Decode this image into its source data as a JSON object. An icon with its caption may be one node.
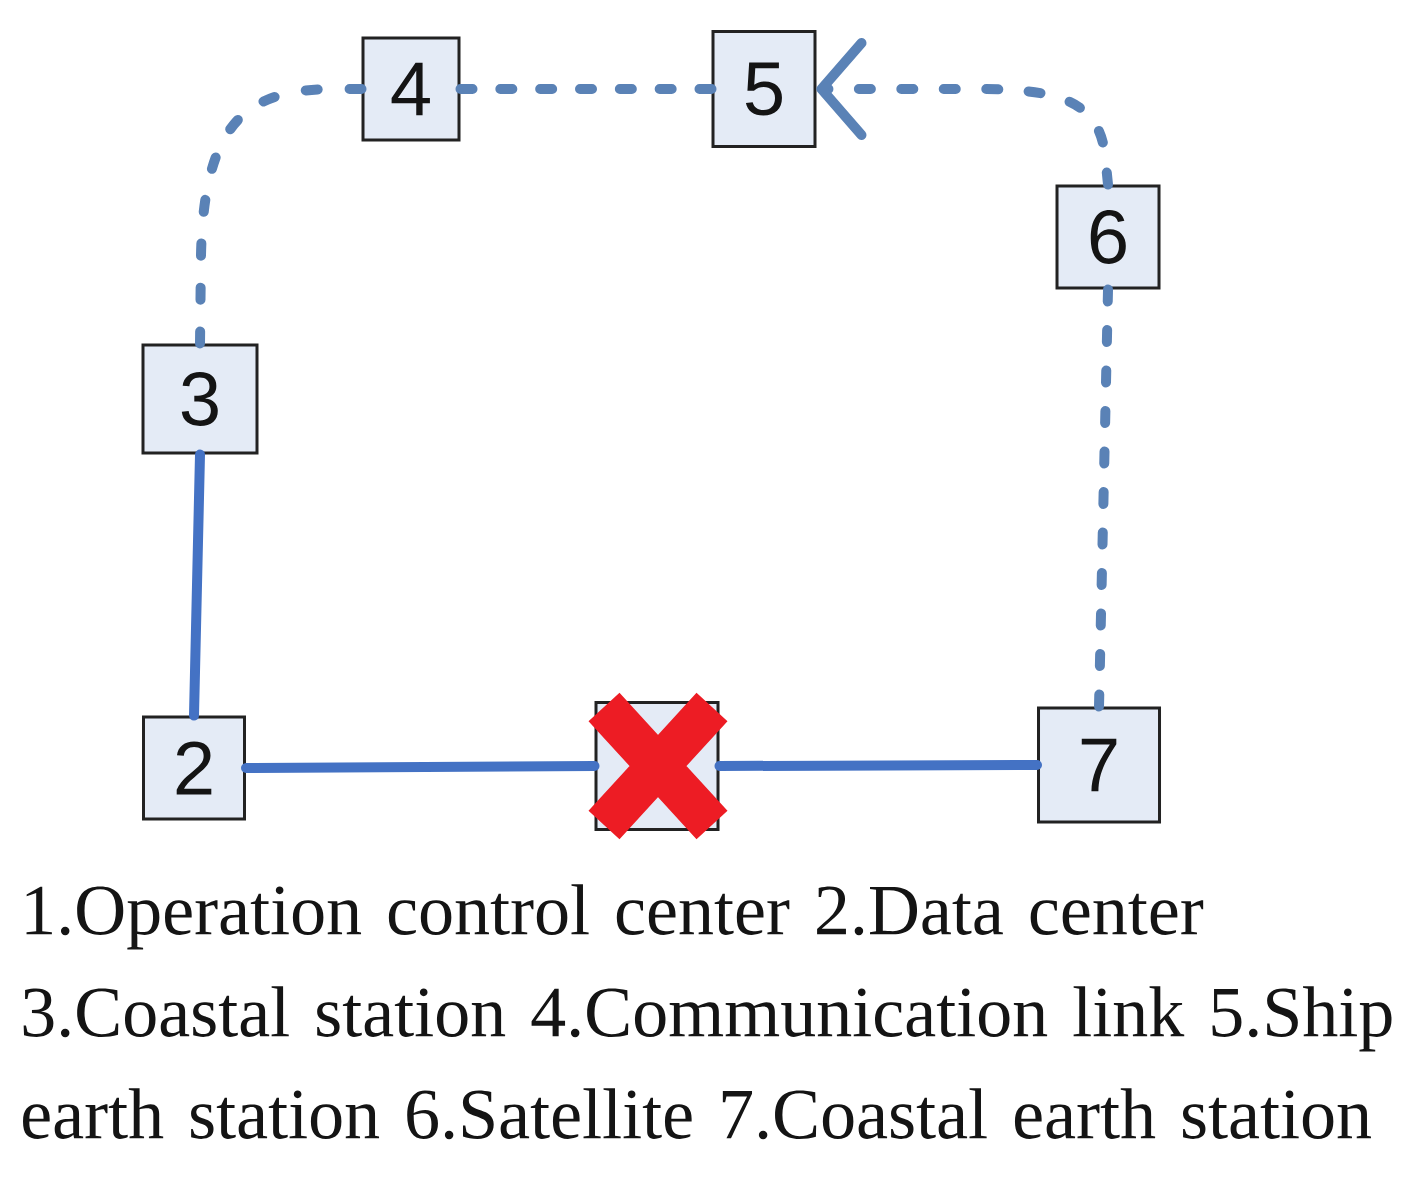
{
  "diagram": {
    "caption": "1.Operation control center 2.Data center 3.Coastal station 4.Communication link 5.Ship earth station 6.Satellite 7.Coastal earth station",
    "nodes": [
      {
        "text": [
          "4"
        ]
      },
      {
        "text": [
          "5"
        ]
      },
      {
        "text": [
          "6"
        ]
      },
      {
        "text": [
          "3"
        ]
      },
      {
        "text": [
          "2"
        ]
      },
      {
        "text": [],
        "shape": "box"
      },
      {
        "text": [
          "7"
        ]
      }
    ],
    "edges": [
      {
        "from": 3,
        "to": 0,
        "arrow": "none",
        "style": "dashed"
      },
      {
        "from": 0,
        "to": 1,
        "arrow": "none",
        "style": "dashed"
      },
      {
        "from": 2,
        "to": 1,
        "arrow": "to",
        "style": "dashed"
      },
      {
        "from": 6,
        "to": 2,
        "arrow": "none",
        "style": "dashed"
      },
      {
        "from": 3,
        "to": 4,
        "arrow": "none",
        "color": "#4472c4"
      },
      {
        "from": 4,
        "to": 5,
        "arrow": "none",
        "color": "#4472c4"
      },
      {
        "from": 5,
        "to": 6,
        "arrow": "none",
        "color": "#4472c4"
      }
    ]
  }
}
